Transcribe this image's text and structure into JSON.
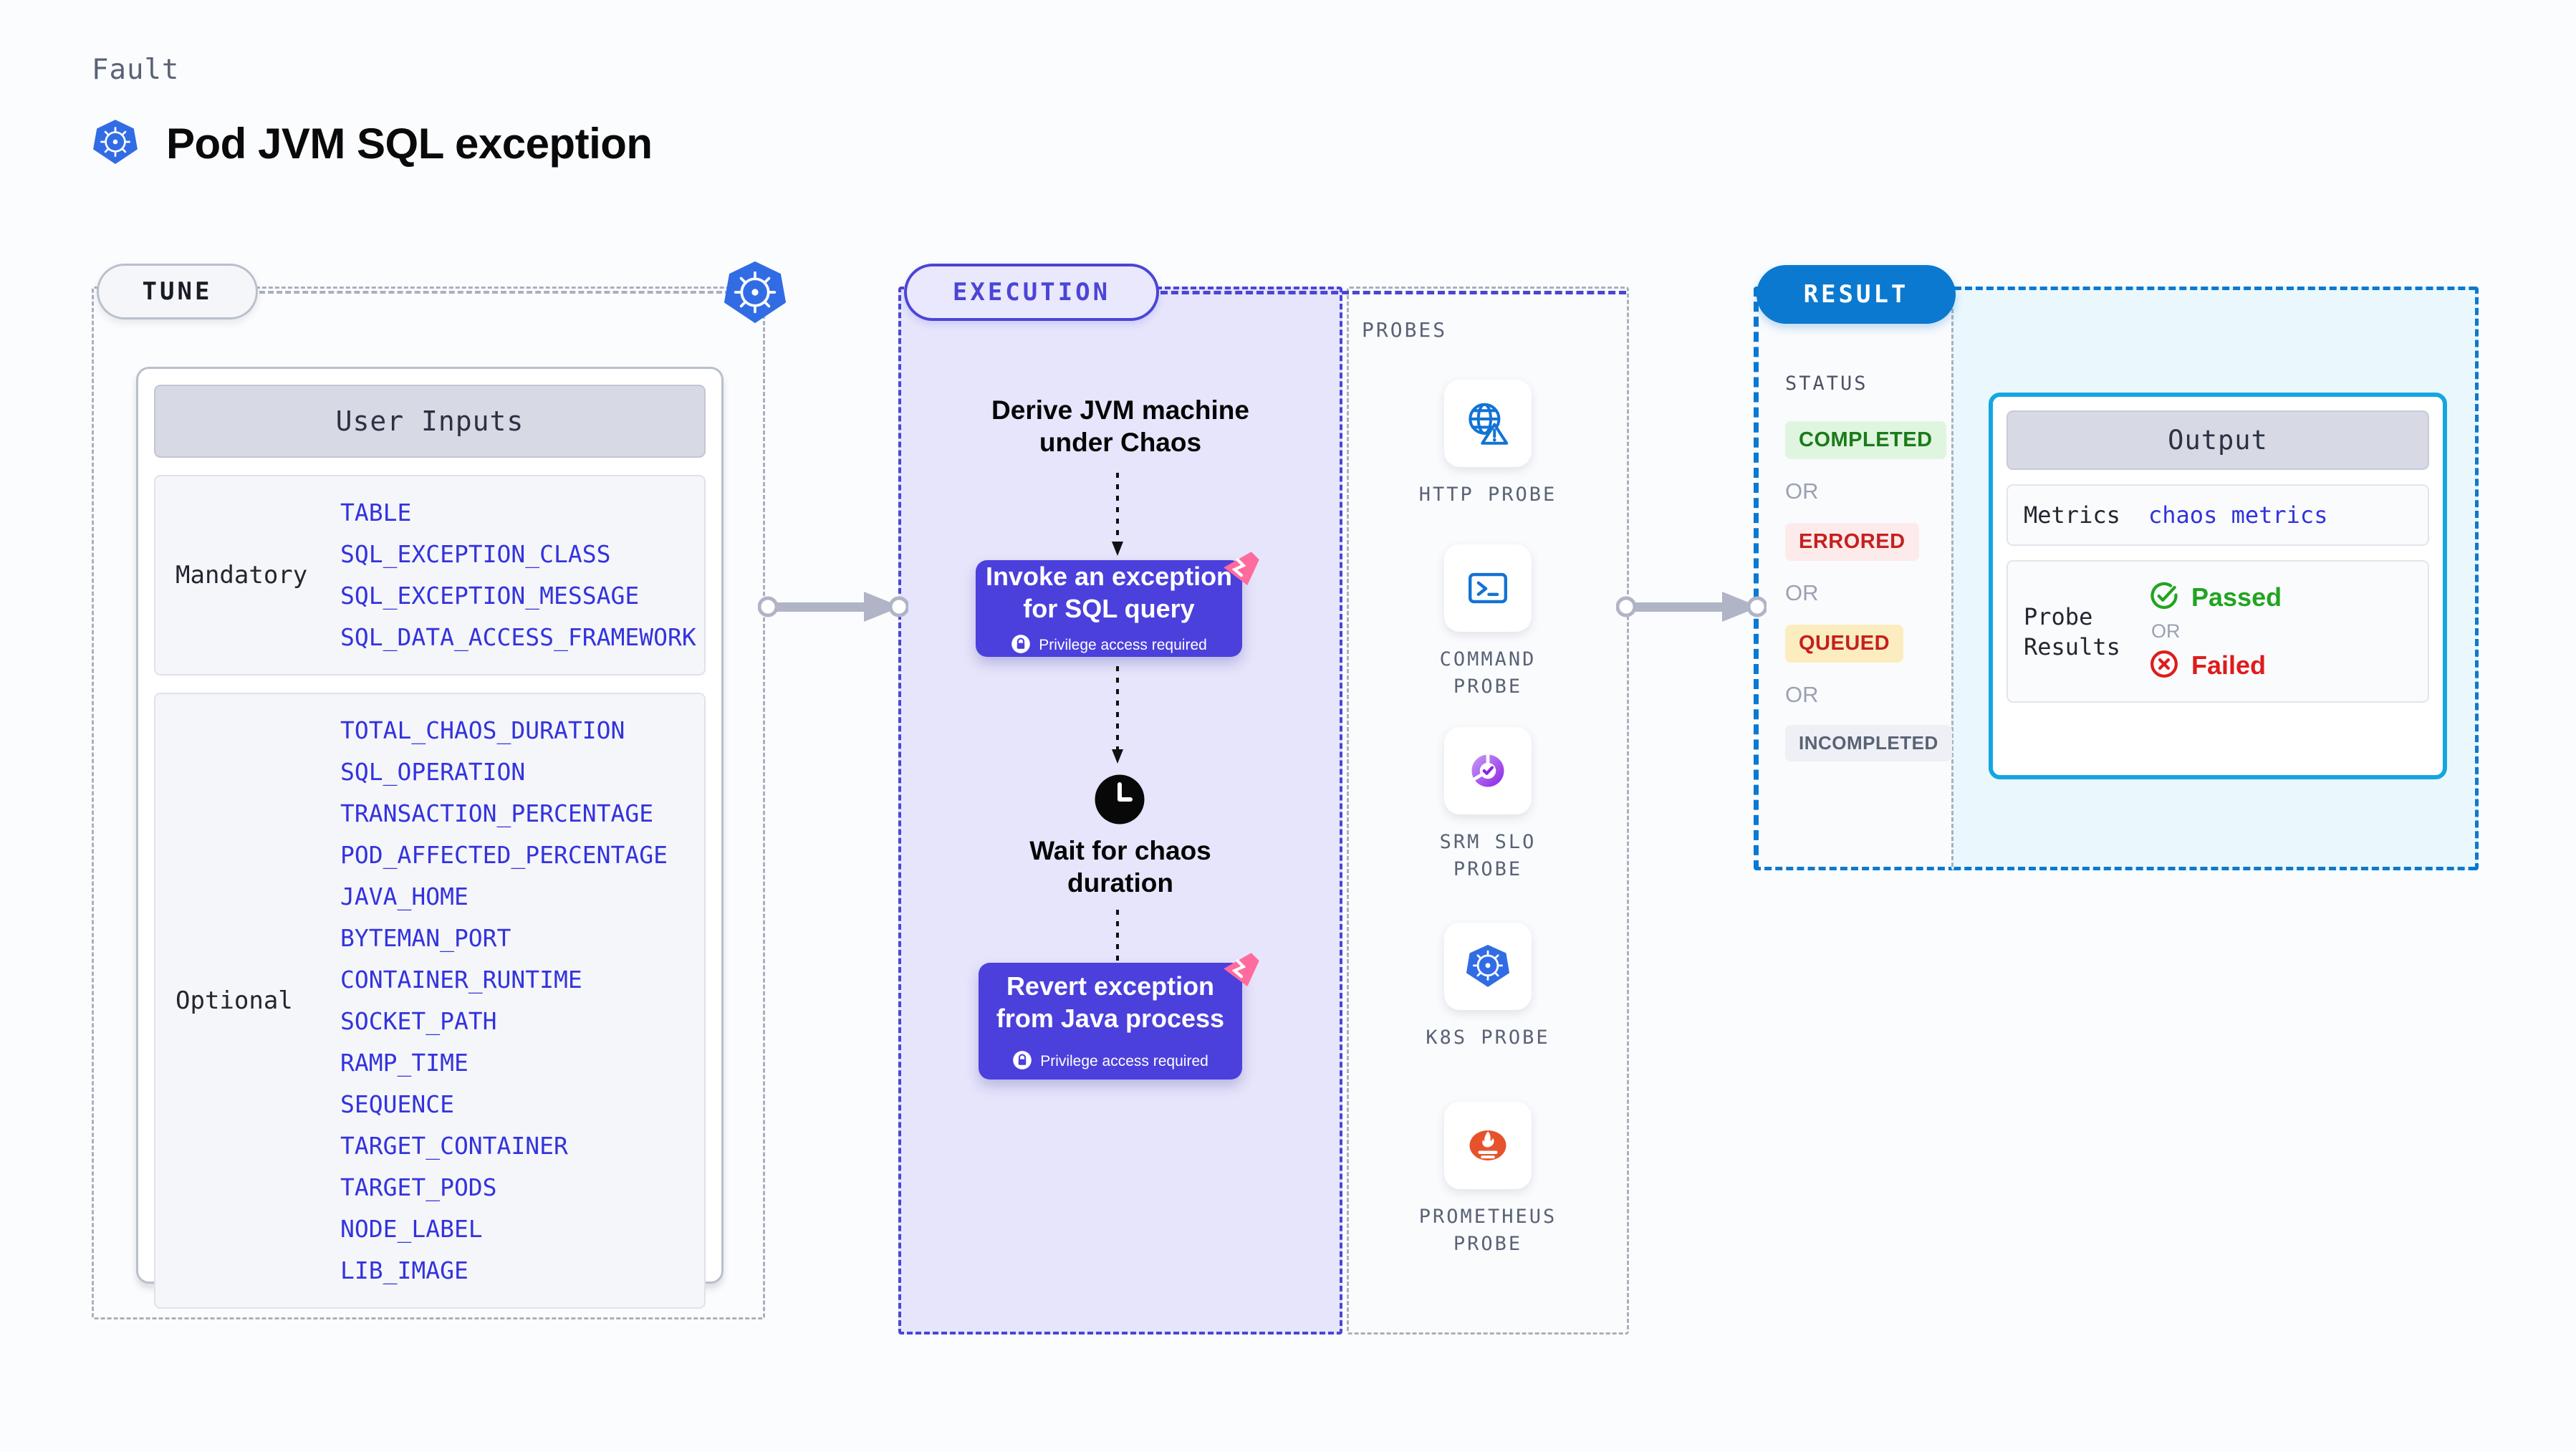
{
  "header": {
    "kicker": "Fault",
    "title": "Pod JVM SQL exception",
    "icon": "kubernetes-icon"
  },
  "tune": {
    "pill_label": "TUNE",
    "badge_icon": "kubernetes-icon",
    "card_title": "User Inputs",
    "groups": [
      {
        "label": "Mandatory",
        "items": [
          "TABLE",
          "SQL_EXCEPTION_CLASS",
          "SQL_EXCEPTION_MESSAGE",
          "SQL_DATA_ACCESS_FRAMEWORK"
        ]
      },
      {
        "label": "Optional",
        "items": [
          "TOTAL_CHAOS_DURATION",
          "SQL_OPERATION",
          "TRANSACTION_PERCENTAGE",
          "POD_AFFECTED_PERCENTAGE",
          "JAVA_HOME",
          "BYTEMAN_PORT",
          "CONTAINER_RUNTIME",
          "SOCKET_PATH",
          "RAMP_TIME",
          "SEQUENCE",
          "TARGET_CONTAINER",
          "TARGET_PODS",
          "NODE_LABEL",
          "LIB_IMAGE"
        ]
      }
    ]
  },
  "execution": {
    "pill_label": "EXECUTION",
    "step1_text": "Derive JVM machine\nunder Chaos",
    "card1_title": "Invoke an exception\nfor SQL query",
    "card1_note": "Privilege access required",
    "step2_text": "Wait for chaos\nduration",
    "step2_icon": "clock-icon",
    "card2_title": "Revert exception\nfrom Java process",
    "card2_note": "Privilege access required",
    "badge_icon": "harness-icon",
    "lock_icon": "lock-icon"
  },
  "probes": {
    "section_label": "PROBES",
    "items": [
      {
        "name": "HTTP  PROBE",
        "icon": "globe-warning-icon"
      },
      {
        "name": "COMMAND\nPROBE",
        "icon": "terminal-icon"
      },
      {
        "name": "SRM  SLO\nPROBE",
        "icon": "srm-slo-gauge-icon"
      },
      {
        "name": "K8S  PROBE",
        "icon": "kubernetes-icon"
      },
      {
        "name": "PROMETHEUS\nPROBE",
        "icon": "prometheus-icon"
      }
    ]
  },
  "result": {
    "pill_label": "RESULT",
    "status_label": "STATUS",
    "or_label": "OR",
    "statuses": [
      {
        "label": "COMPLETED",
        "bg": "#dff5df",
        "fg": "#1a7a1a"
      },
      {
        "label": "ERRORED",
        "bg": "#fdeaea",
        "fg": "#c52020"
      },
      {
        "label": "QUEUED",
        "bg": "#fcedc0",
        "fg": "#c52020"
      },
      {
        "label": "INCOMPLETED",
        "bg": "#eef0f5",
        "fg": "#5a6275"
      }
    ],
    "output": {
      "header": "Output",
      "metrics_label": "Metrics",
      "metrics_value": "chaos metrics",
      "probe_results_label": "Probe\nResults",
      "passed_label": "Passed",
      "failed_label": "Failed",
      "or_label": "OR",
      "passed_icon": "check-circle-icon",
      "failed_icon": "x-circle-icon"
    }
  },
  "colors": {
    "accent_purple": "#4b40dc",
    "accent_blue": "#0b79d0",
    "k8s_blue": "#326ce5",
    "harness_pink": "#ff6b9d",
    "param_blue": "#3333dd",
    "canvas": "#fbfcfe"
  }
}
